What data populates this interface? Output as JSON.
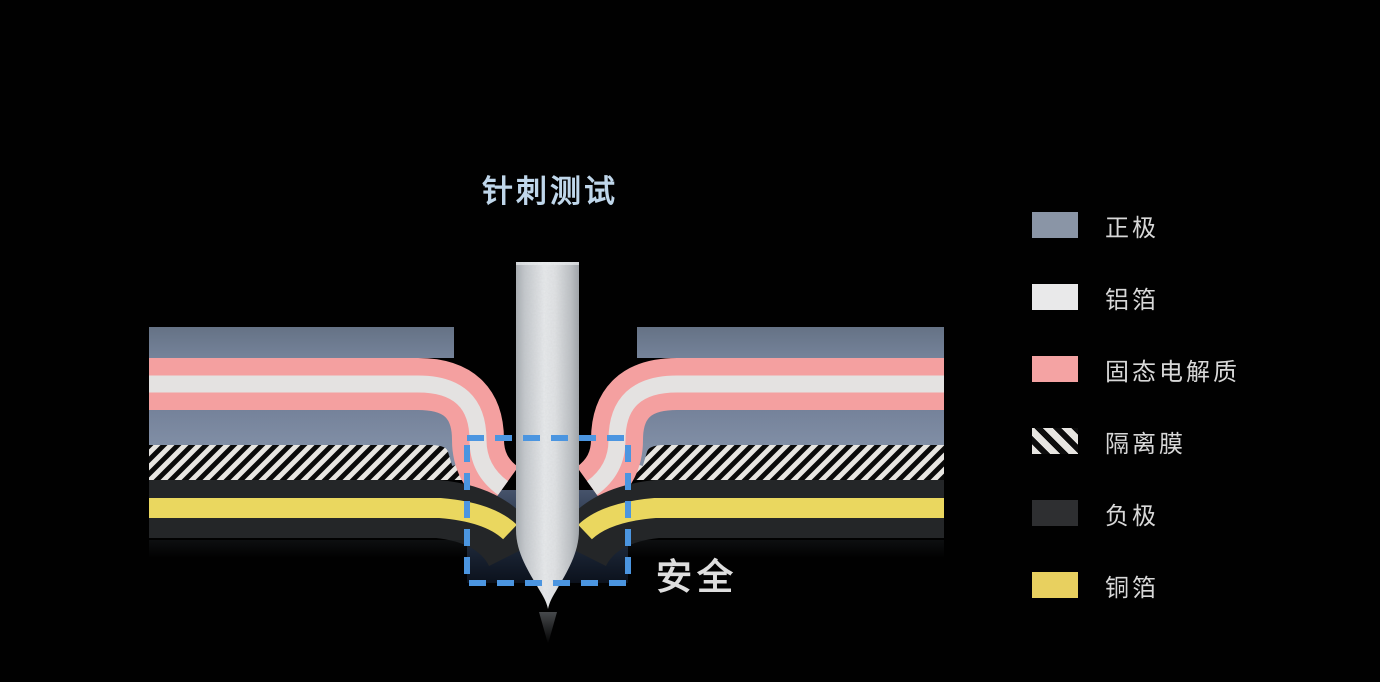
{
  "title": "针刺测试",
  "annotation": "安全",
  "legend": {
    "items": [
      {
        "label": "正极",
        "color": "#8a95a6",
        "type": "solid",
        "icon": "swatch-blue-gray"
      },
      {
        "label": "铝箔",
        "color": "#e9e9ea",
        "type": "solid",
        "icon": "swatch-white"
      },
      {
        "label": "固态电解质",
        "color": "#f4a3a3",
        "type": "solid",
        "icon": "swatch-pink"
      },
      {
        "label": "隔离膜",
        "color": "#e7e5e1",
        "type": "stripes",
        "icon": "swatch-diagonal-stripes"
      },
      {
        "label": "负极",
        "color": "#2e2f31",
        "type": "solid",
        "icon": "swatch-dark"
      },
      {
        "label": "铜箔",
        "color": "#e8d05f",
        "type": "solid",
        "icon": "swatch-yellow"
      }
    ]
  },
  "diagram": {
    "stack_layers_top_to_bottom": [
      "正极",
      "固态电解质",
      "铝箔",
      "固态电解质",
      "正极",
      "隔离膜",
      "负极",
      "铜箔",
      "负极"
    ],
    "colors": {
      "background": "#010101",
      "positive_electrode_top": "#6f7d92",
      "positive_electrode_bottom": "#7d8ba0",
      "solid_electrolyte": "#f4a0a0",
      "aluminum_foil": "#e4e2e1",
      "separator_stripe": "#e7e5e1",
      "separator_base": "#0a0a0a",
      "negative_electrode": "#242628",
      "copper_foil": "#ead75f",
      "needle": "#d9dbde",
      "deformation_zone_top": "#46536b",
      "deformation_zone_bottom": "#0b111c",
      "dashed_box": "#4b95e0",
      "title_text": "#bfd6ea",
      "annotation_text": "#dedede"
    }
  }
}
